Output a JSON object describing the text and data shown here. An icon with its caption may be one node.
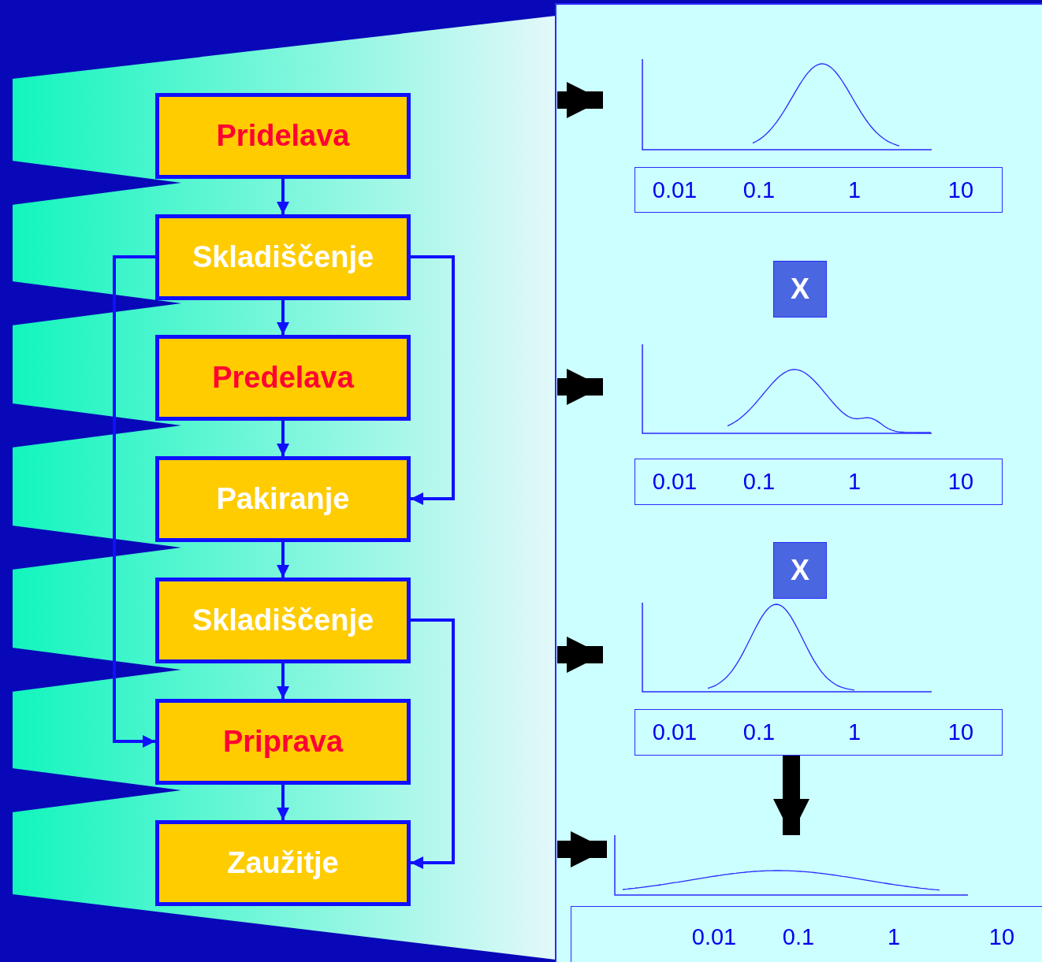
{
  "diagram": {
    "nodes": [
      {
        "text": [
          "Pridelava"
        ]
      },
      {
        "text": [
          "Skladiščenje"
        ]
      },
      {
        "text": [
          "Predelava"
        ]
      },
      {
        "text": [
          "Pakiranje"
        ]
      },
      {
        "text": [
          "Skladiščenje"
        ]
      },
      {
        "text": [
          "Priprava"
        ]
      },
      {
        "text": [
          "Zaužitje"
        ]
      },
      {
        "text": [],
        "shape": "plot"
      },
      {
        "text": [
          "0.01",
          "0.1",
          "1",
          "10"
        ]
      },
      {
        "text": [
          "X"
        ]
      },
      {
        "text": [],
        "shape": "plot"
      },
      {
        "text": [
          "0.01",
          "0.1",
          "1",
          "10"
        ]
      },
      {
        "text": [
          "X"
        ]
      },
      {
        "text": [],
        "shape": "plot"
      },
      {
        "text": [
          "0.01",
          "0.1",
          "1",
          "10"
        ]
      },
      {
        "text": [],
        "shape": "plot"
      },
      {
        "text": [
          "0.01",
          "0.1",
          "1",
          "10"
        ]
      }
    ],
    "edges": [
      {
        "from": 0,
        "to": 1,
        "arrow": "to"
      },
      {
        "from": 1,
        "to": 2,
        "arrow": "to"
      },
      {
        "from": 2,
        "to": 3,
        "arrow": "to"
      },
      {
        "from": 3,
        "to": 4,
        "arrow": "to"
      },
      {
        "from": 4,
        "to": 5,
        "arrow": "to"
      },
      {
        "from": 5,
        "to": 6,
        "arrow": "to"
      },
      {
        "from": 1,
        "to": 3,
        "arrow": "to"
      },
      {
        "from": 1,
        "to": 5,
        "arrow": "to"
      },
      {
        "from": 4,
        "to": 6,
        "arrow": "to"
      },
      {
        "from": null,
        "to": 7,
        "arrow": "to",
        "style": "thick",
        "color": "#000000"
      },
      {
        "from": null,
        "to": 10,
        "arrow": "to",
        "style": "thick",
        "color": "#000000"
      },
      {
        "from": null,
        "to": 13,
        "arrow": "to",
        "style": "thick",
        "color": "#000000"
      },
      {
        "from": null,
        "to": 15,
        "arrow": "to",
        "style": "thick",
        "color": "#000000"
      },
      {
        "from": 14,
        "to": 15,
        "arrow": "to",
        "style": "thick",
        "color": "#000000"
      }
    ]
  }
}
